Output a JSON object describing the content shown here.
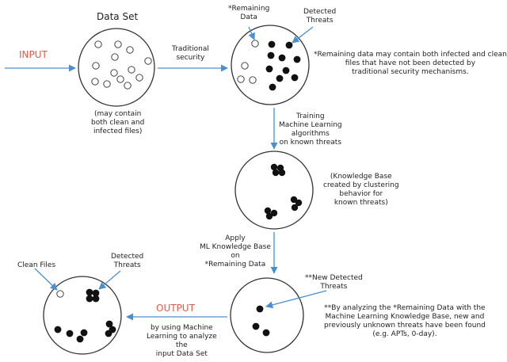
{
  "colors": {
    "arrow": "#4a8fd0",
    "accent_red": "#e05b4c",
    "stroke": "#333333",
    "dot": "#111111",
    "text": "#222222"
  },
  "labels": {
    "data_set": "Data Set",
    "input": "INPUT",
    "traditional_security": [
      "Traditional",
      "security"
    ],
    "remaining_data": [
      "*Remaining",
      "Data"
    ],
    "detected_threats_top": [
      "Detected",
      "Threats"
    ],
    "remaining_note": [
      "*Remaining data may contain both infected and clean",
      "files that have not been detected by",
      "traditional security mechanisms."
    ],
    "may_contain": [
      "(may contain",
      "both clean and",
      "infected files)"
    ],
    "training": [
      "Training",
      "Machine Learning",
      "algorithms",
      "on known threats"
    ],
    "knowledge_base": [
      "(Knowledge Base",
      "created by clustering",
      "behavior for",
      "known threats)"
    ],
    "apply": [
      "Apply",
      "ML Knowledge Base",
      "on",
      "*Remaining Data"
    ],
    "new_detected": [
      "**New Detected",
      "Threats"
    ],
    "new_note": [
      "**By analyzing the *Remaining Data with the",
      "Machine Learning Knowledge Base, new and",
      "previously unknown threats have been found",
      "(e.g. APTs, 0-day)."
    ],
    "output": "OUTPUT",
    "by_using": [
      "by using Machine",
      "Learning to analyze",
      "the",
      "input Data Set"
    ],
    "clean_files": "Clean Files",
    "detected_threats_bottom": [
      "Detected",
      "Threats"
    ]
  }
}
